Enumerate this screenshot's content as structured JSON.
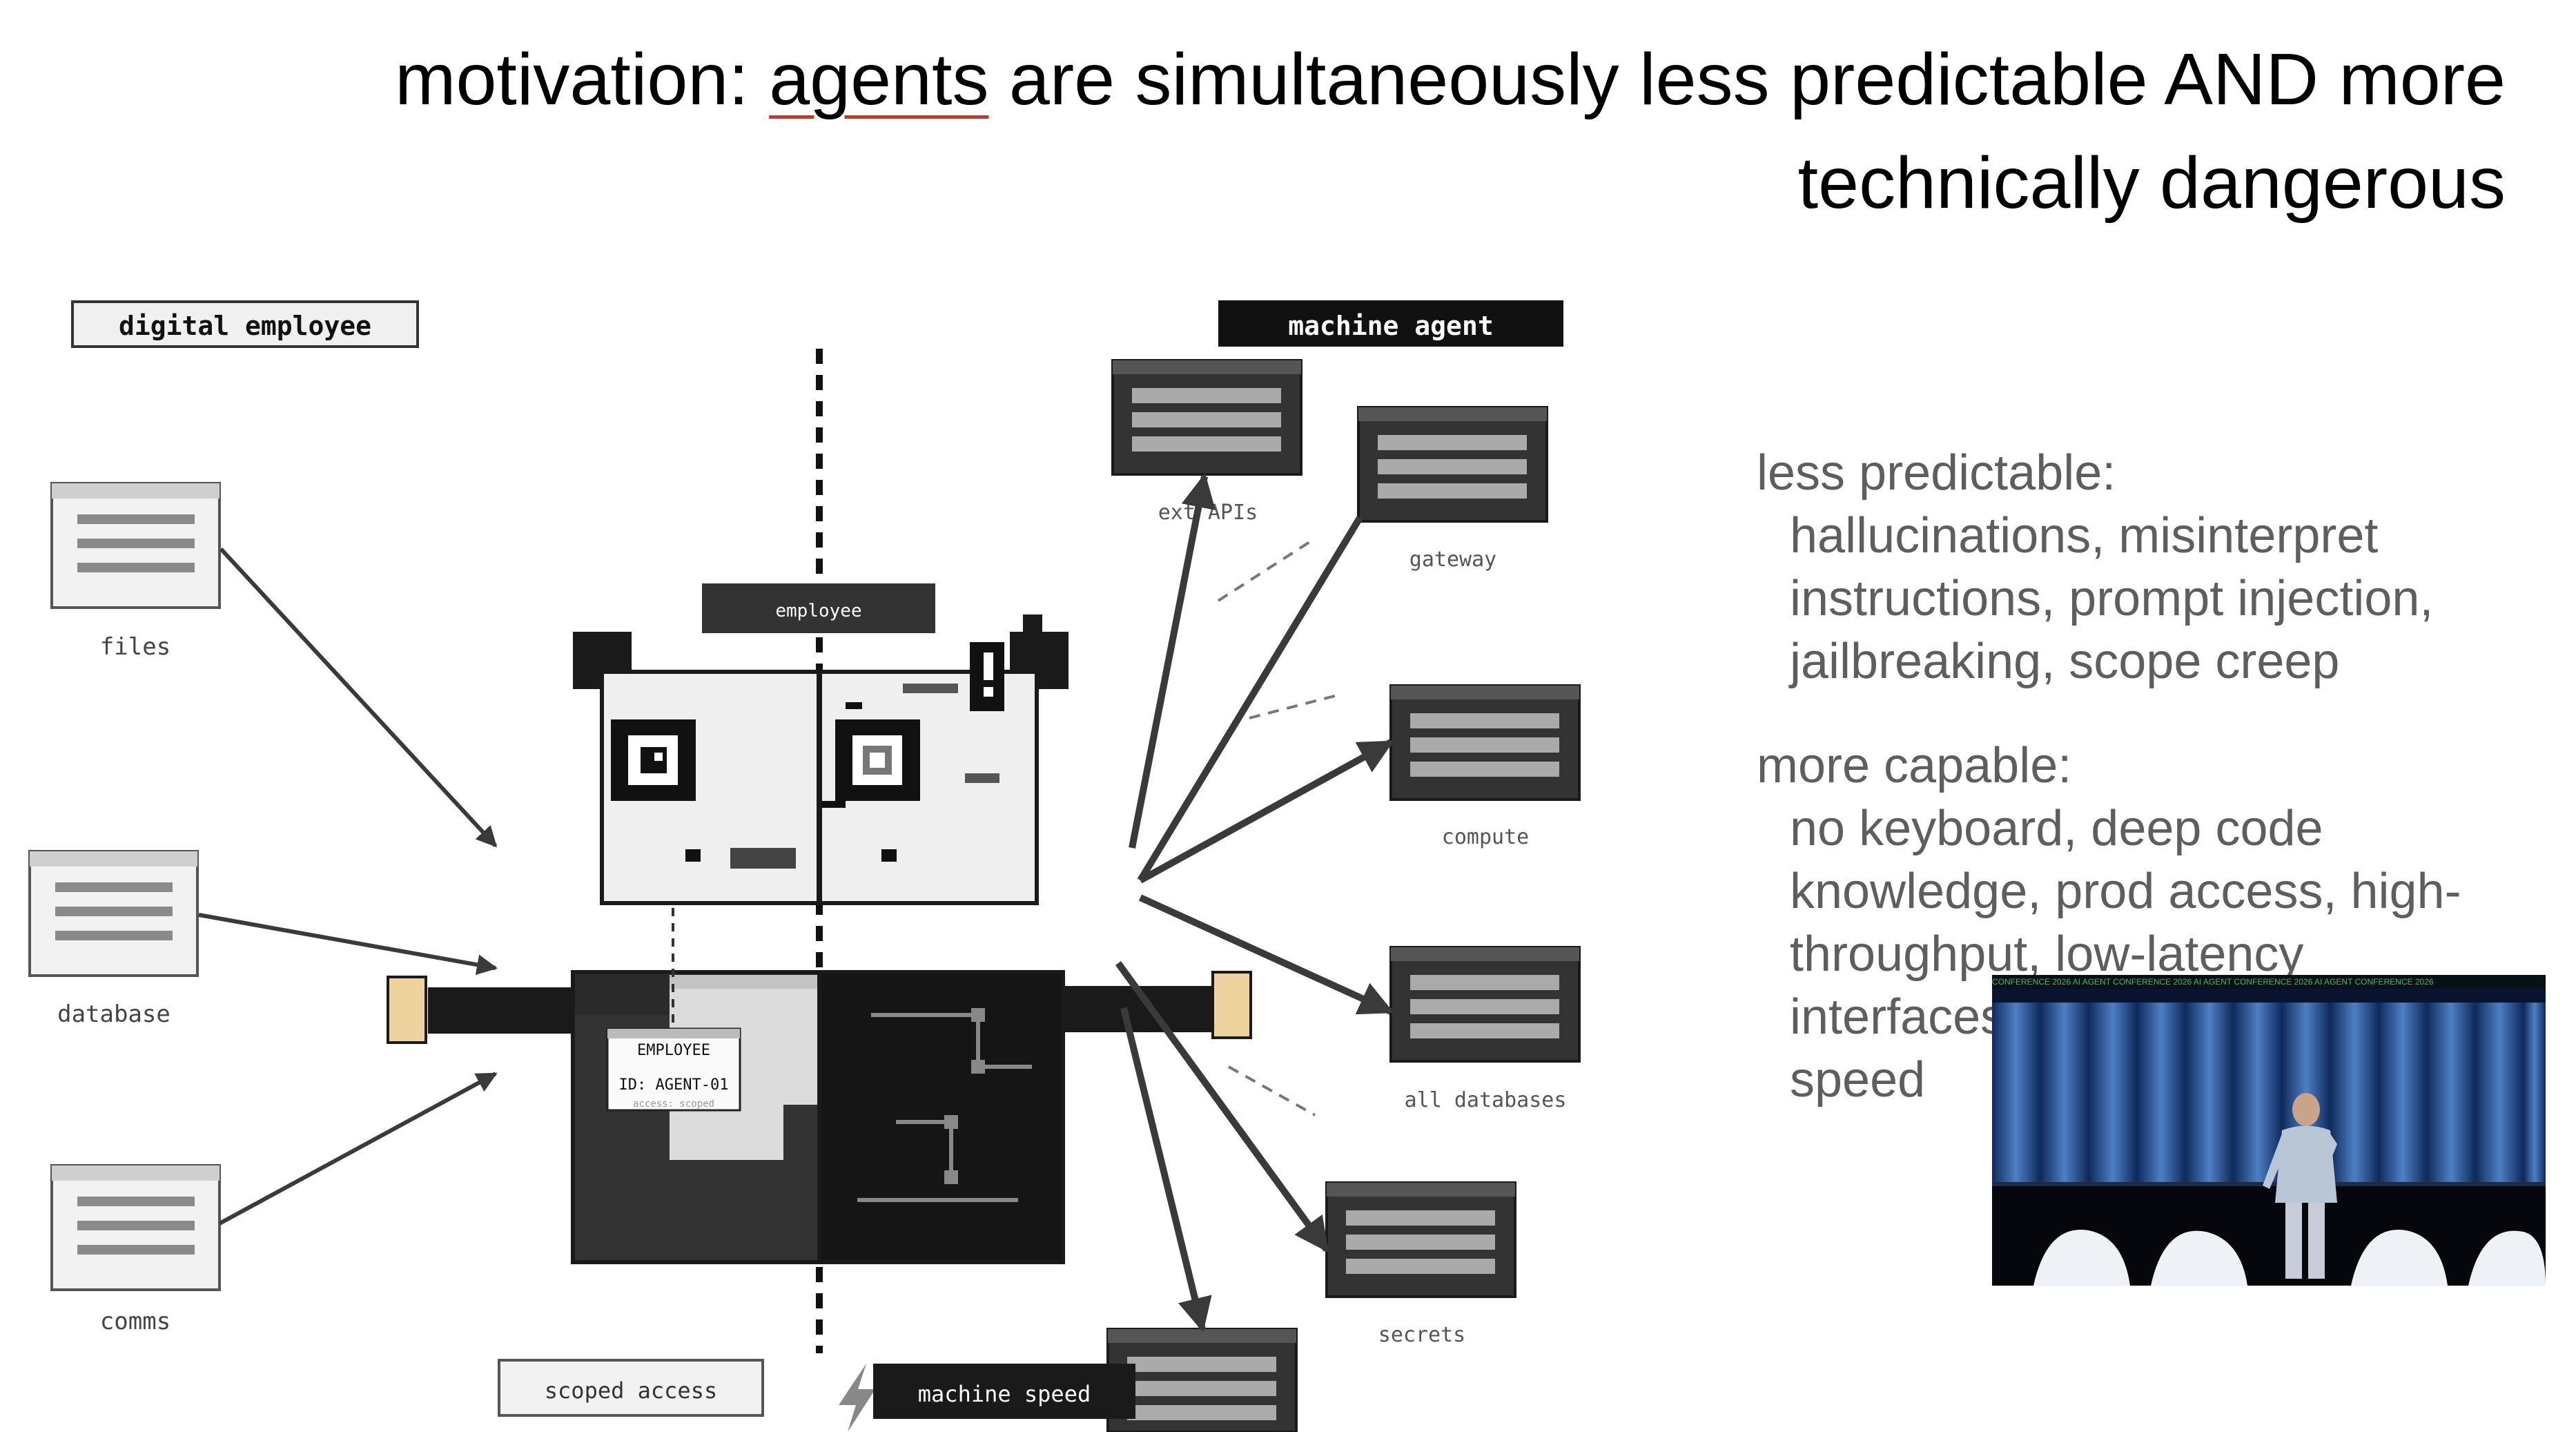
{
  "slide": {
    "title_prefix": "motivation: ",
    "title_underlined": "agents",
    "title_rest": " are simultaneously less predictable AND more technically dangerous"
  },
  "diagram": {
    "left_header": "digital employee",
    "right_header": "machine agent",
    "center_label": "employee",
    "left_resources": [
      "files",
      "database",
      "comms"
    ],
    "right_resources": [
      "ext APIs",
      "gateway",
      "compute",
      "all databases",
      "secrets"
    ],
    "badge_lines": [
      "EMPLOYEE",
      "ID: AGENT-01",
      "access: scoped"
    ],
    "bottom_left_label": "scoped access",
    "bottom_right_label": "machine speed",
    "lightning_icon": "lightning-bolt-icon"
  },
  "bullets": {
    "less_predictable_heading": "less predictable:",
    "less_predictable_lines": [
      "hallucinations, misinterpret",
      "instructions, prompt injection,",
      "jailbreaking, scope creep"
    ],
    "more_capable_heading": "more capable:",
    "more_capable_lines": [
      "no keyboard, deep code",
      "knowledge, prod access,  high-",
      "throughput, low-latency",
      "interfaces",
      "speed"
    ]
  },
  "video": {
    "ticker_text": "CONFERENCE 2026    AI AGENT CONFERENCE 2026    AI AGENT CONFERENCE 2026    AI AGENT CONFERENCE 2026"
  },
  "colors": {
    "dark": "#1a1a1a",
    "panel": "#333333",
    "light_panel": "#efefef",
    "skin": "#efd39f",
    "underline": "#c0392b",
    "bullet_text": "#5e5e5e"
  }
}
